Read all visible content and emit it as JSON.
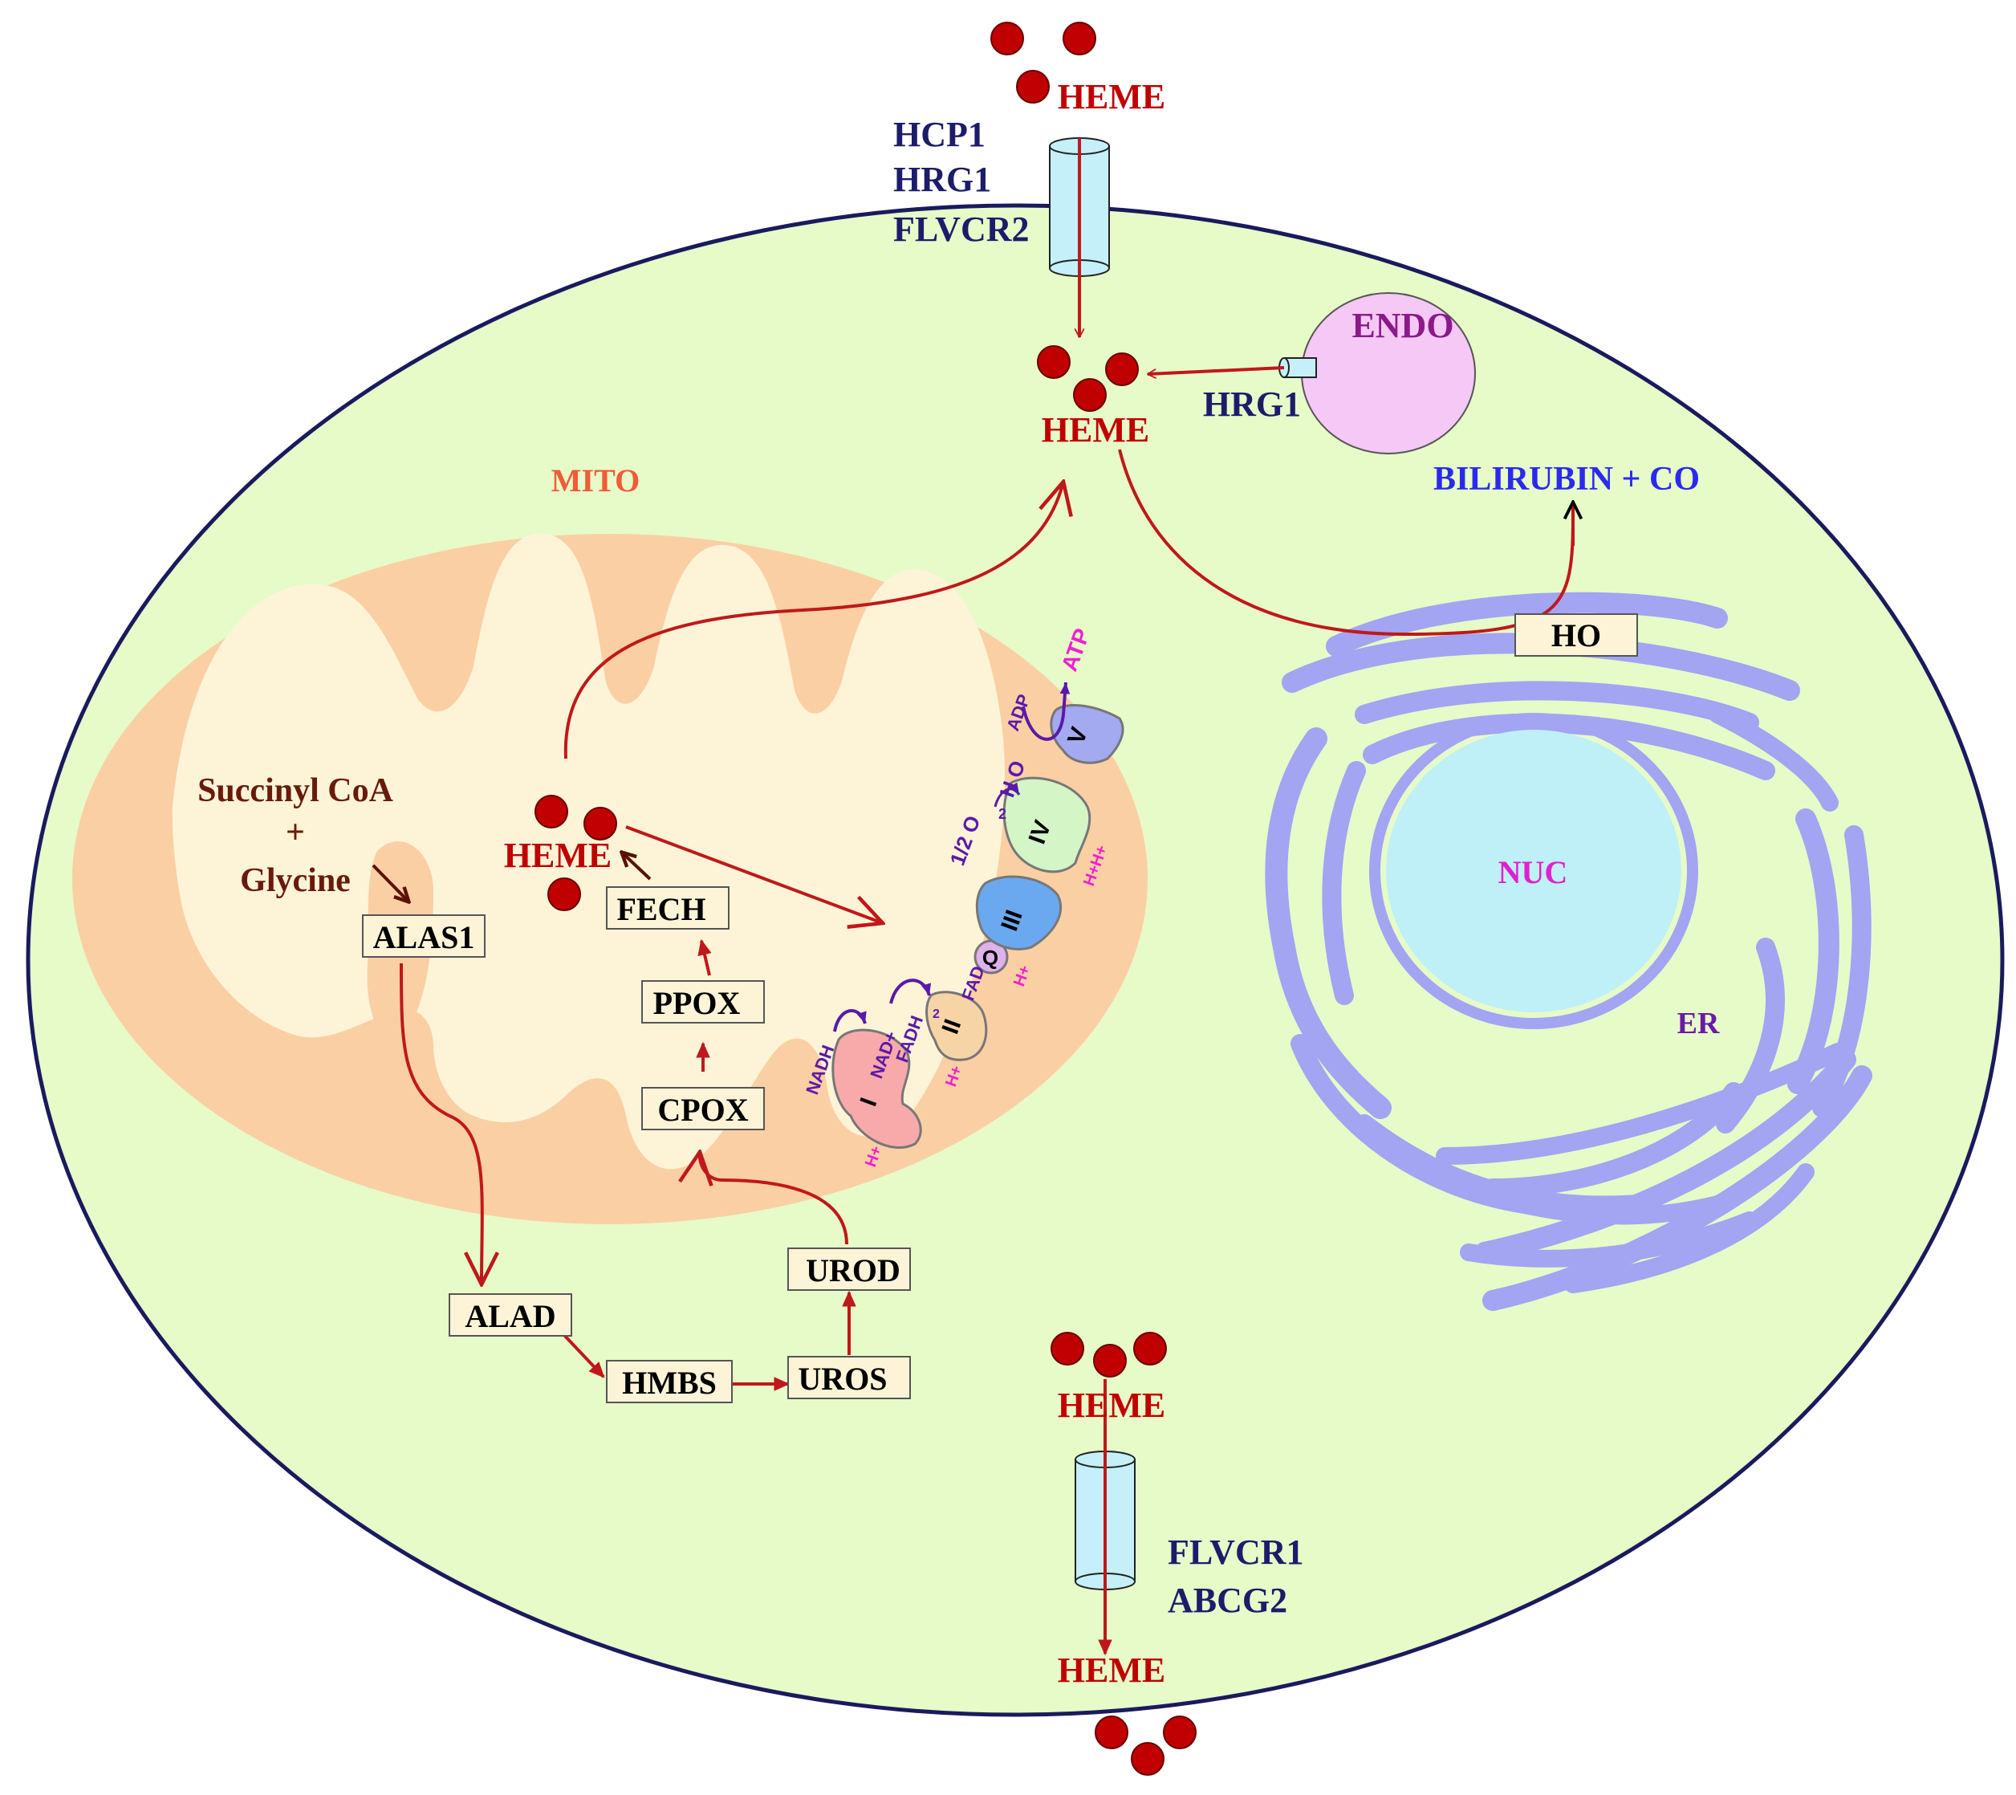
{
  "labels": {
    "heme_top": "HEME",
    "heme_cyto": "HEME",
    "heme_mito": "HEME",
    "heme_low_cyto": "HEME",
    "heme_bottom": "HEME",
    "importers_1": "HCP1",
    "importers_2": "HRG1",
    "importers_3": "FLVCR2",
    "endo": "ENDO",
    "hrg1_endo": "HRG1",
    "bilirubin": "BILIRUBIN + CO",
    "ho": "HO",
    "mito": "MITO",
    "nuc": "NUC",
    "er": "ER",
    "succinyl": "Succinyl CoA",
    "plus": "+",
    "glycine": "Glycine",
    "exporters_1": "FLVCR1",
    "exporters_2": "ABCG2"
  },
  "enzymes": {
    "alas1": "ALAS1",
    "alad": "ALAD",
    "hmbs": "HMBS",
    "uros": "UROS",
    "urod": "UROD",
    "cpox": "CPOX",
    "ppox": "PPOX",
    "fech": "FECH"
  },
  "etc": {
    "complex_1": "I",
    "complex_2": "II",
    "complex_3": "III",
    "complex_4": "IV",
    "complex_5": "V",
    "q": "Q",
    "nadh": "NADH",
    "nad": "NAD+",
    "fadh2": "FADH",
    "fad": "FAD",
    "half_o2": "1/2 O",
    "h2o": "H O",
    "sub2": "2",
    "adp": "ADP",
    "atp": "ATP",
    "h_plus": "H+",
    "h_plus_pair": "H+H+"
  },
  "colors": {
    "cell_fill": "#e6fbc8",
    "cell_stroke": "#1a1a5e",
    "mito_outer": "#fbcfa4",
    "mito_inner": "#fdf4d8",
    "heme_red": "#c00000",
    "arrow_red": "#c0181a",
    "er_purple": "#a3a4f2",
    "nucleus": "#bff0f7",
    "endo_pink": "#f6c8f6",
    "channel": "#c5f0fa",
    "label_navy": "#1c1c6b",
    "bilirubin_blue": "#2a2aee",
    "enzyme_box": "#fdf4d8",
    "mito_label": "#f25a38",
    "nuc_label": "#e020d0",
    "succinyl_brown": "#6a1a0a",
    "purple_text": "#6a1aa8",
    "magenta_text": "#f020d0"
  }
}
